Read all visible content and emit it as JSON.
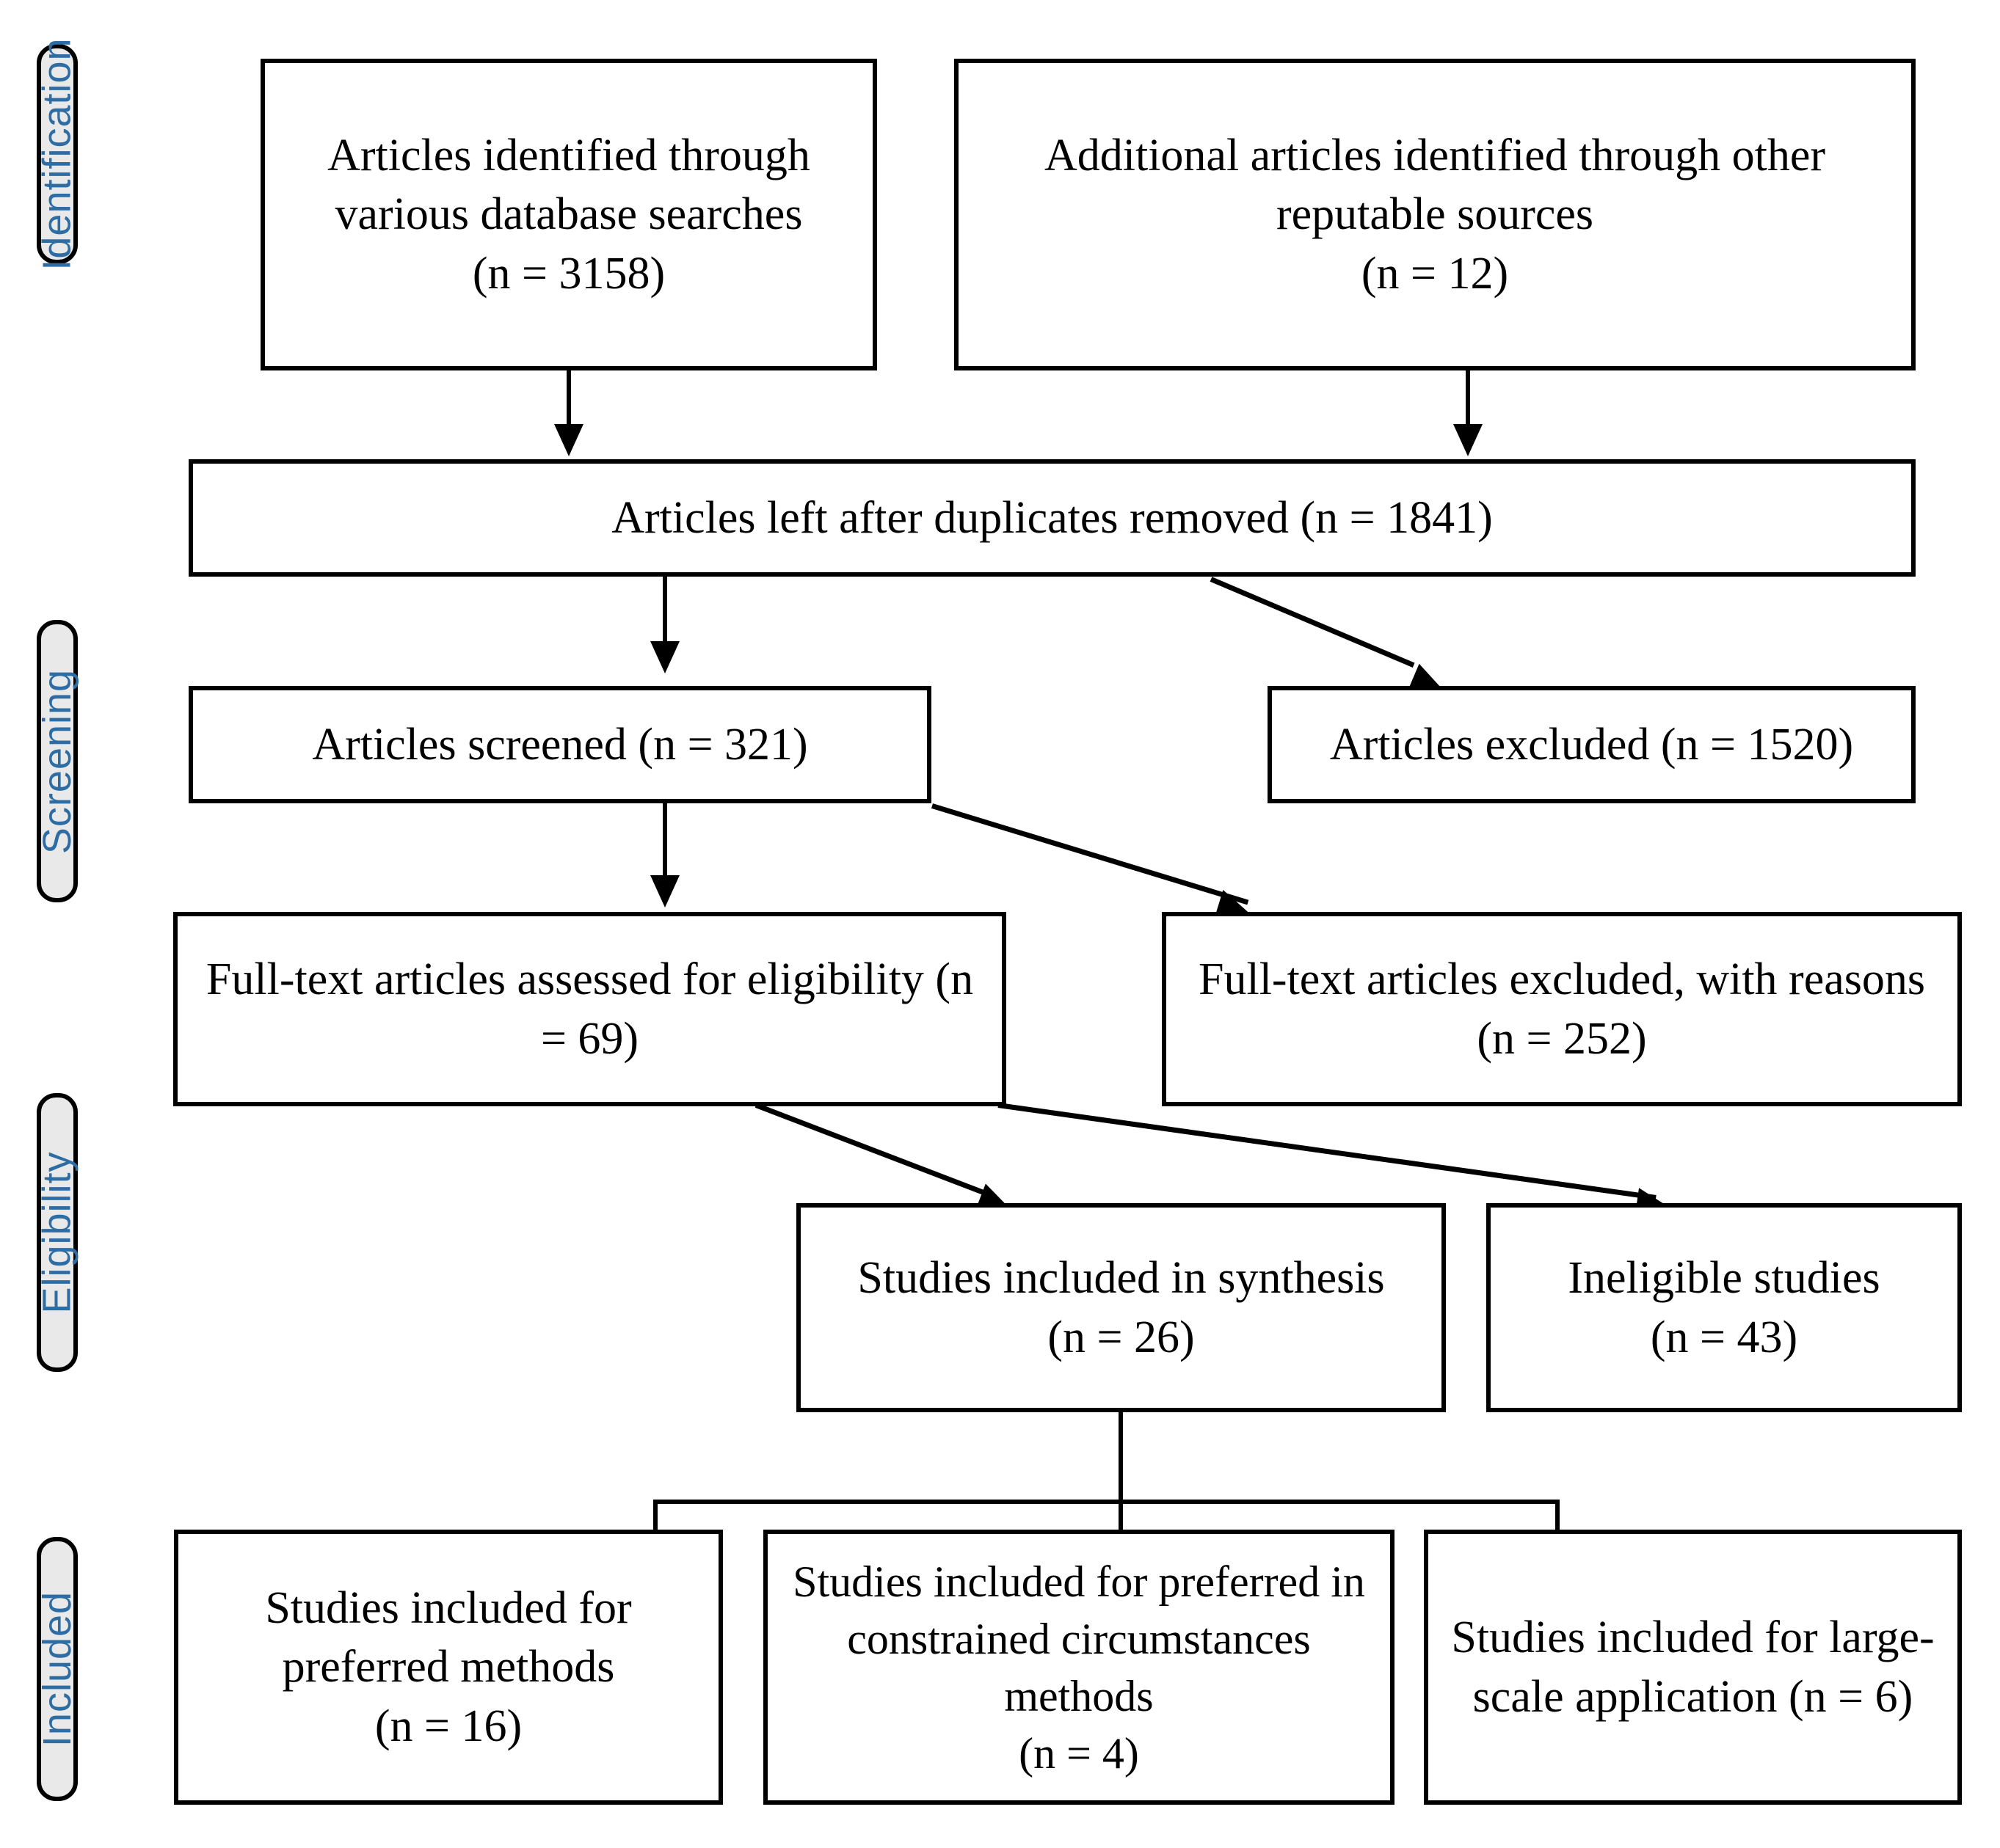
{
  "diagram": {
    "type": "prisma-flow-diagram",
    "title": "PRISMA study selection flow diagram",
    "accent_color": "#2e6da4",
    "stage_fill": "#e9e9e9",
    "line_color": "#000000"
  },
  "stages": [
    {
      "id": "identification",
      "label": "Identification"
    },
    {
      "id": "screening",
      "label": "Screening"
    },
    {
      "id": "eligibility",
      "label": "Eligibility"
    },
    {
      "id": "included",
      "label": "Included"
    }
  ],
  "boxes": {
    "database_search": {
      "text": "Articles identified through various database searches\n(n = 3158)",
      "n": 3158
    },
    "other_sources": {
      "text": "Additional articles identified through other reputable sources\n(n = 12)",
      "n": 12
    },
    "duplicates_removed": {
      "text": "Articles left after duplicates removed (n = 1841)",
      "n": 1841
    },
    "screened": {
      "text": "Articles screened (n = 321)",
      "n": 321
    },
    "excluded": {
      "text": "Articles excluded (n = 1520)",
      "n": 1520
    },
    "fulltext_assessed": {
      "text": "Full-text articles assessed for eligibility (n = 69)",
      "n": 69
    },
    "fulltext_excluded": {
      "text": "Full-text articles excluded, with reasons (n = 252)",
      "n": 252
    },
    "included_synthesis": {
      "text": "Studies included in synthesis\n(n = 26)",
      "n": 26
    },
    "ineligible": {
      "text": "Ineligible studies\n(n = 43)",
      "n": 43
    },
    "preferred_methods": {
      "text": "Studies included for preferred methods\n(n = 16)",
      "n": 16
    },
    "constrained_methods": {
      "text": "Studies included for preferred in constrained circumstances methods\n(n = 4)",
      "n": 4
    },
    "large_scale": {
      "text": "Studies included for large-scale application (n = 6)",
      "n": 6
    }
  }
}
